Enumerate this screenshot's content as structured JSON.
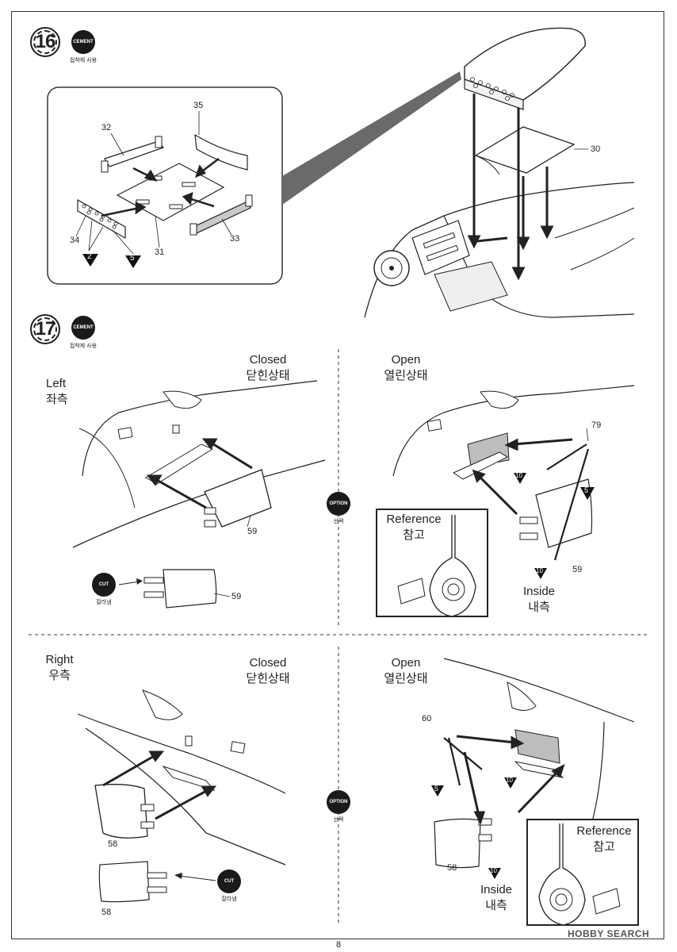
{
  "page_number": "8",
  "watermark": "HOBBY SEARCH",
  "step16": {
    "number": "16",
    "cement_badge": "CEMENT",
    "cement_sub": "접착제 사용",
    "parts": {
      "p32": "32",
      "p35": "35",
      "p34": "34",
      "p31": "31",
      "p33": "33",
      "p30": "30"
    },
    "color_refs": [
      "2",
      "5"
    ]
  },
  "step17": {
    "number": "17",
    "cement_badge": "CEMENT",
    "cement_sub": "접착제 사용",
    "left": {
      "title_en": "Left",
      "title_kr": "좌측",
      "closed_en": "Closed",
      "closed_kr": "닫힌상태",
      "open_en": "Open",
      "open_kr": "열린상태",
      "part_closed": "59",
      "cut_badge": "CUT",
      "cut_sub": "잘라냄",
      "cut_part": "59",
      "option_badge": "OPTION",
      "option_sub": "선택",
      "ref_en": "Reference",
      "ref_kr": "참고",
      "part79": "79",
      "part59": "59",
      "inside_en": "Inside",
      "inside_kr": "내측",
      "color_refs": [
        "10",
        "5",
        "10"
      ]
    },
    "right": {
      "title_en": "Right",
      "title_kr": "우측",
      "closed_en": "Closed",
      "closed_kr": "닫힌상태",
      "open_en": "Open",
      "open_kr": "열린상태",
      "part_closed": "58",
      "cut_badge": "CUT",
      "cut_sub": "잘라냄",
      "cut_part": "58",
      "option_badge": "OPTION",
      "option_sub": "선택",
      "ref_en": "Reference",
      "ref_kr": "참고",
      "part60": "60",
      "part58": "58",
      "inside_en": "Inside",
      "inside_kr": "내측",
      "color_refs": [
        "5",
        "10",
        "10"
      ]
    }
  }
}
